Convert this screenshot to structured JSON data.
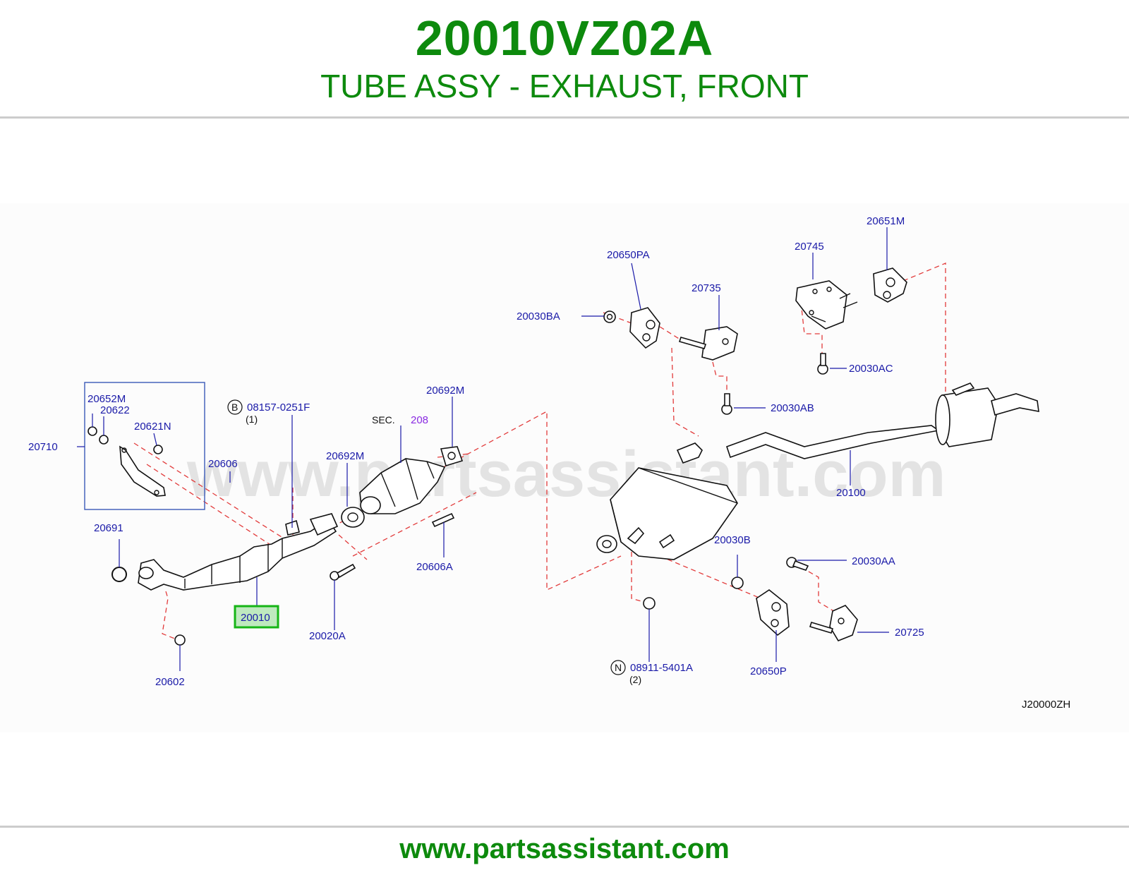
{
  "header": {
    "part_number": "20010VZ02A",
    "part_name": "TUBE ASSY - EXHAUST, FRONT"
  },
  "diagram": {
    "watermark": "www.partsassistant.com",
    "code": "J20000ZH",
    "highlight_color": "#16b516",
    "label_color": "#1a1aa8",
    "callouts": {
      "p20010": "20010",
      "p20710": "20710",
      "p20652M": "20652M",
      "p20622": "20622",
      "p20621N": "20621N",
      "p20606": "20606",
      "p20691": "20691",
      "p20602": "20602",
      "p20020A": "20020A",
      "p20692M_a": "20692M",
      "p20692M_b": "20692M",
      "p20606A": "20606A",
      "p08157": "08157-0251F",
      "q08157": "(1)",
      "b_mark": "B",
      "sec_label": "SEC.",
      "sec_num": "208",
      "p20650PA": "20650PA",
      "p20030BA": "20030BA",
      "p20735": "20735",
      "p20745": "20745",
      "p20651M": "20651M",
      "p20030AC": "20030AC",
      "p20030AB": "20030AB",
      "p20100": "20100",
      "p20030B": "20030B",
      "p20030AA": "20030AA",
      "p20725": "20725",
      "p20650P": "20650P",
      "p08911": "08911-5401A",
      "q08911": "(2)",
      "n_mark": "N"
    }
  },
  "footer": {
    "site": "www.partsassistant.com"
  }
}
